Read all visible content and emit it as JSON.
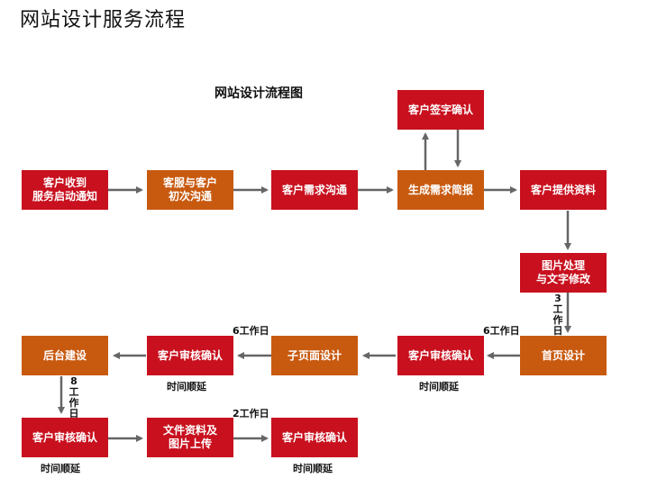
{
  "page_title": "网站设计服务流程",
  "diagram_title": "网站设计流程图",
  "nodes": {
    "n1": "客户收到\n服务启动通知",
    "n2": "客服与客户\n初次沟通",
    "n3": "客户需求沟通",
    "n4": "生成需求简报",
    "n5": "客户签字确认",
    "n6": "客户提供资料",
    "n7": "图片处理\n与文字修改",
    "n8": "首页设计",
    "n9": "客户审核确认",
    "n10": "子页面设计",
    "n11": "客户审核确认",
    "n12": "后台建设",
    "n13": "客户审核确认",
    "n14": "文件资料及\n图片上传",
    "n15": "客户审核确认"
  },
  "notes": {
    "d3": "3工作日",
    "d6a": "6工作日",
    "d6b": "6工作日",
    "d8": "8工作日",
    "d2": "2工作日",
    "delay1": "时间顺延",
    "delay2": "时间顺延",
    "delay3": "时间顺延",
    "delay4": "时间顺延"
  },
  "colors": {
    "red": "#c8101e",
    "orange": "#c85a10",
    "arrow": "#666666"
  }
}
